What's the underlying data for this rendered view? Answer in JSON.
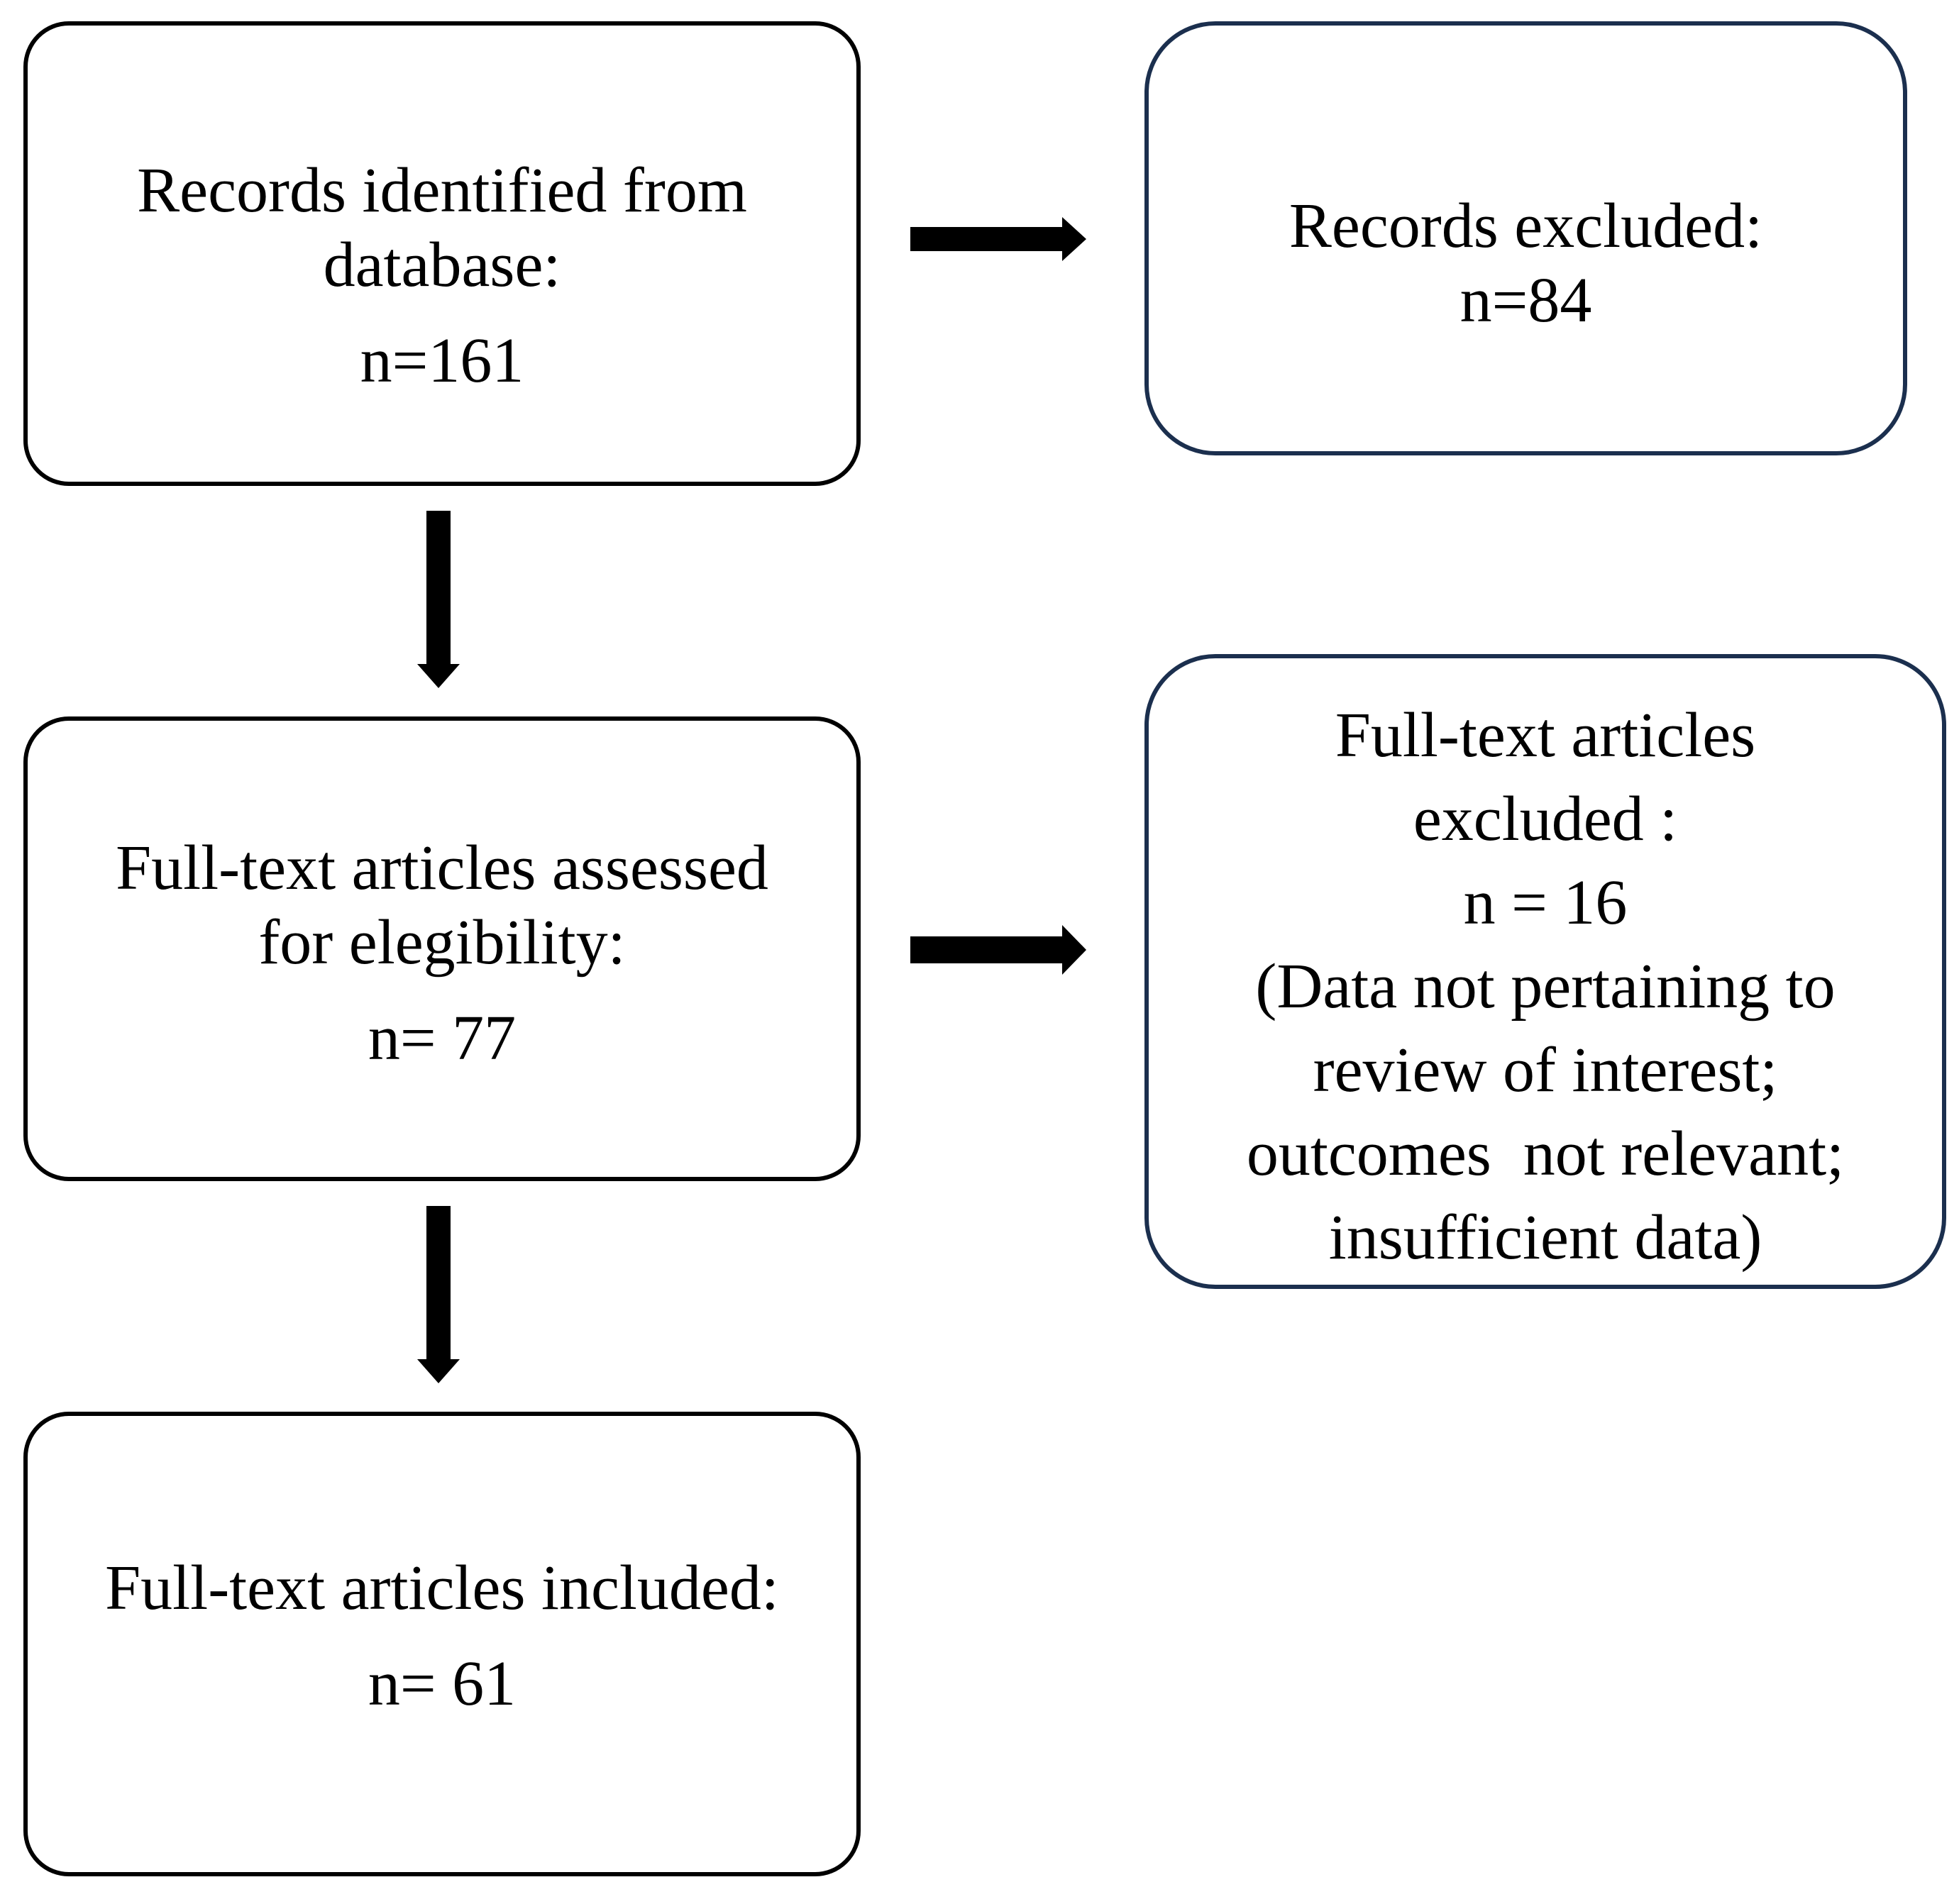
{
  "identification": {
    "label_lines": [
      "Records identified from",
      "database:"
    ],
    "count": "n=161"
  },
  "records_excluded": {
    "label_lines": [
      "Records excluded:"
    ],
    "count": "n=84"
  },
  "screening": {
    "label_lines": [
      "Full-text articles assessed",
      "for elegibility:"
    ],
    "count": "n= 77"
  },
  "fulltext_excluded": {
    "label_lines": [
      "Full-text articles",
      "excluded :"
    ],
    "count": "n = 16",
    "reason_lines": [
      "(Data not pertaining to",
      "review of interest;",
      "outcomes  not relevant;",
      "insufficient data)"
    ]
  },
  "included": {
    "label_lines": [
      "Full-text articles included:"
    ],
    "count": "n= 61"
  },
  "colors": {
    "box_border": "#000000",
    "excluded_box_border": "#1b2f4e",
    "arrow": "#000000"
  }
}
